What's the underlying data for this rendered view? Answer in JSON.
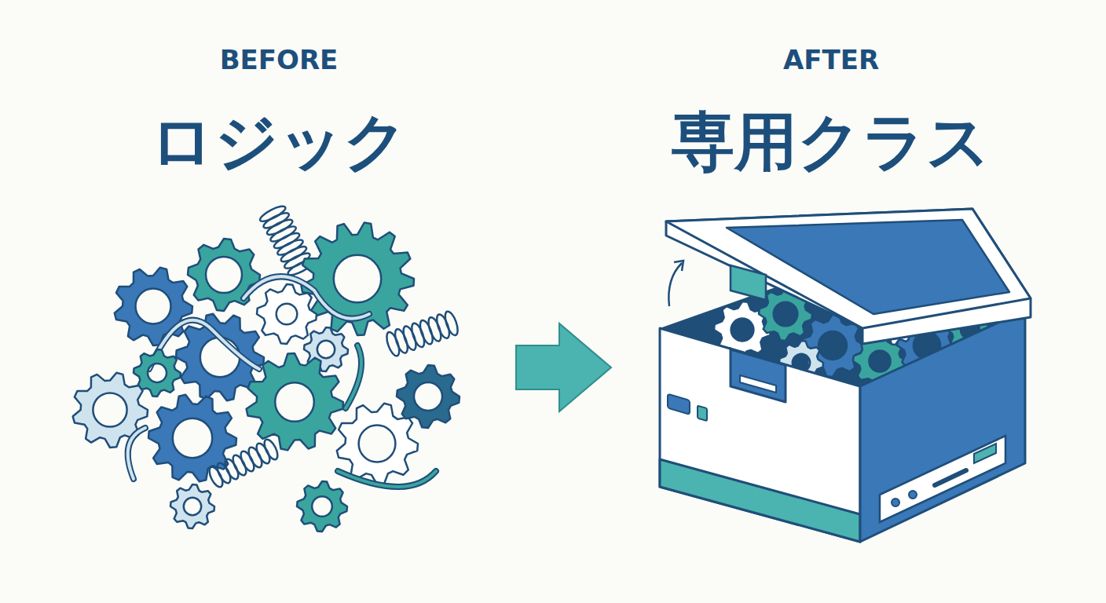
{
  "diagram": {
    "labels": [
      "BEFORE",
      "ロジック",
      "AFTER",
      "専用クラス"
    ]
  }
}
